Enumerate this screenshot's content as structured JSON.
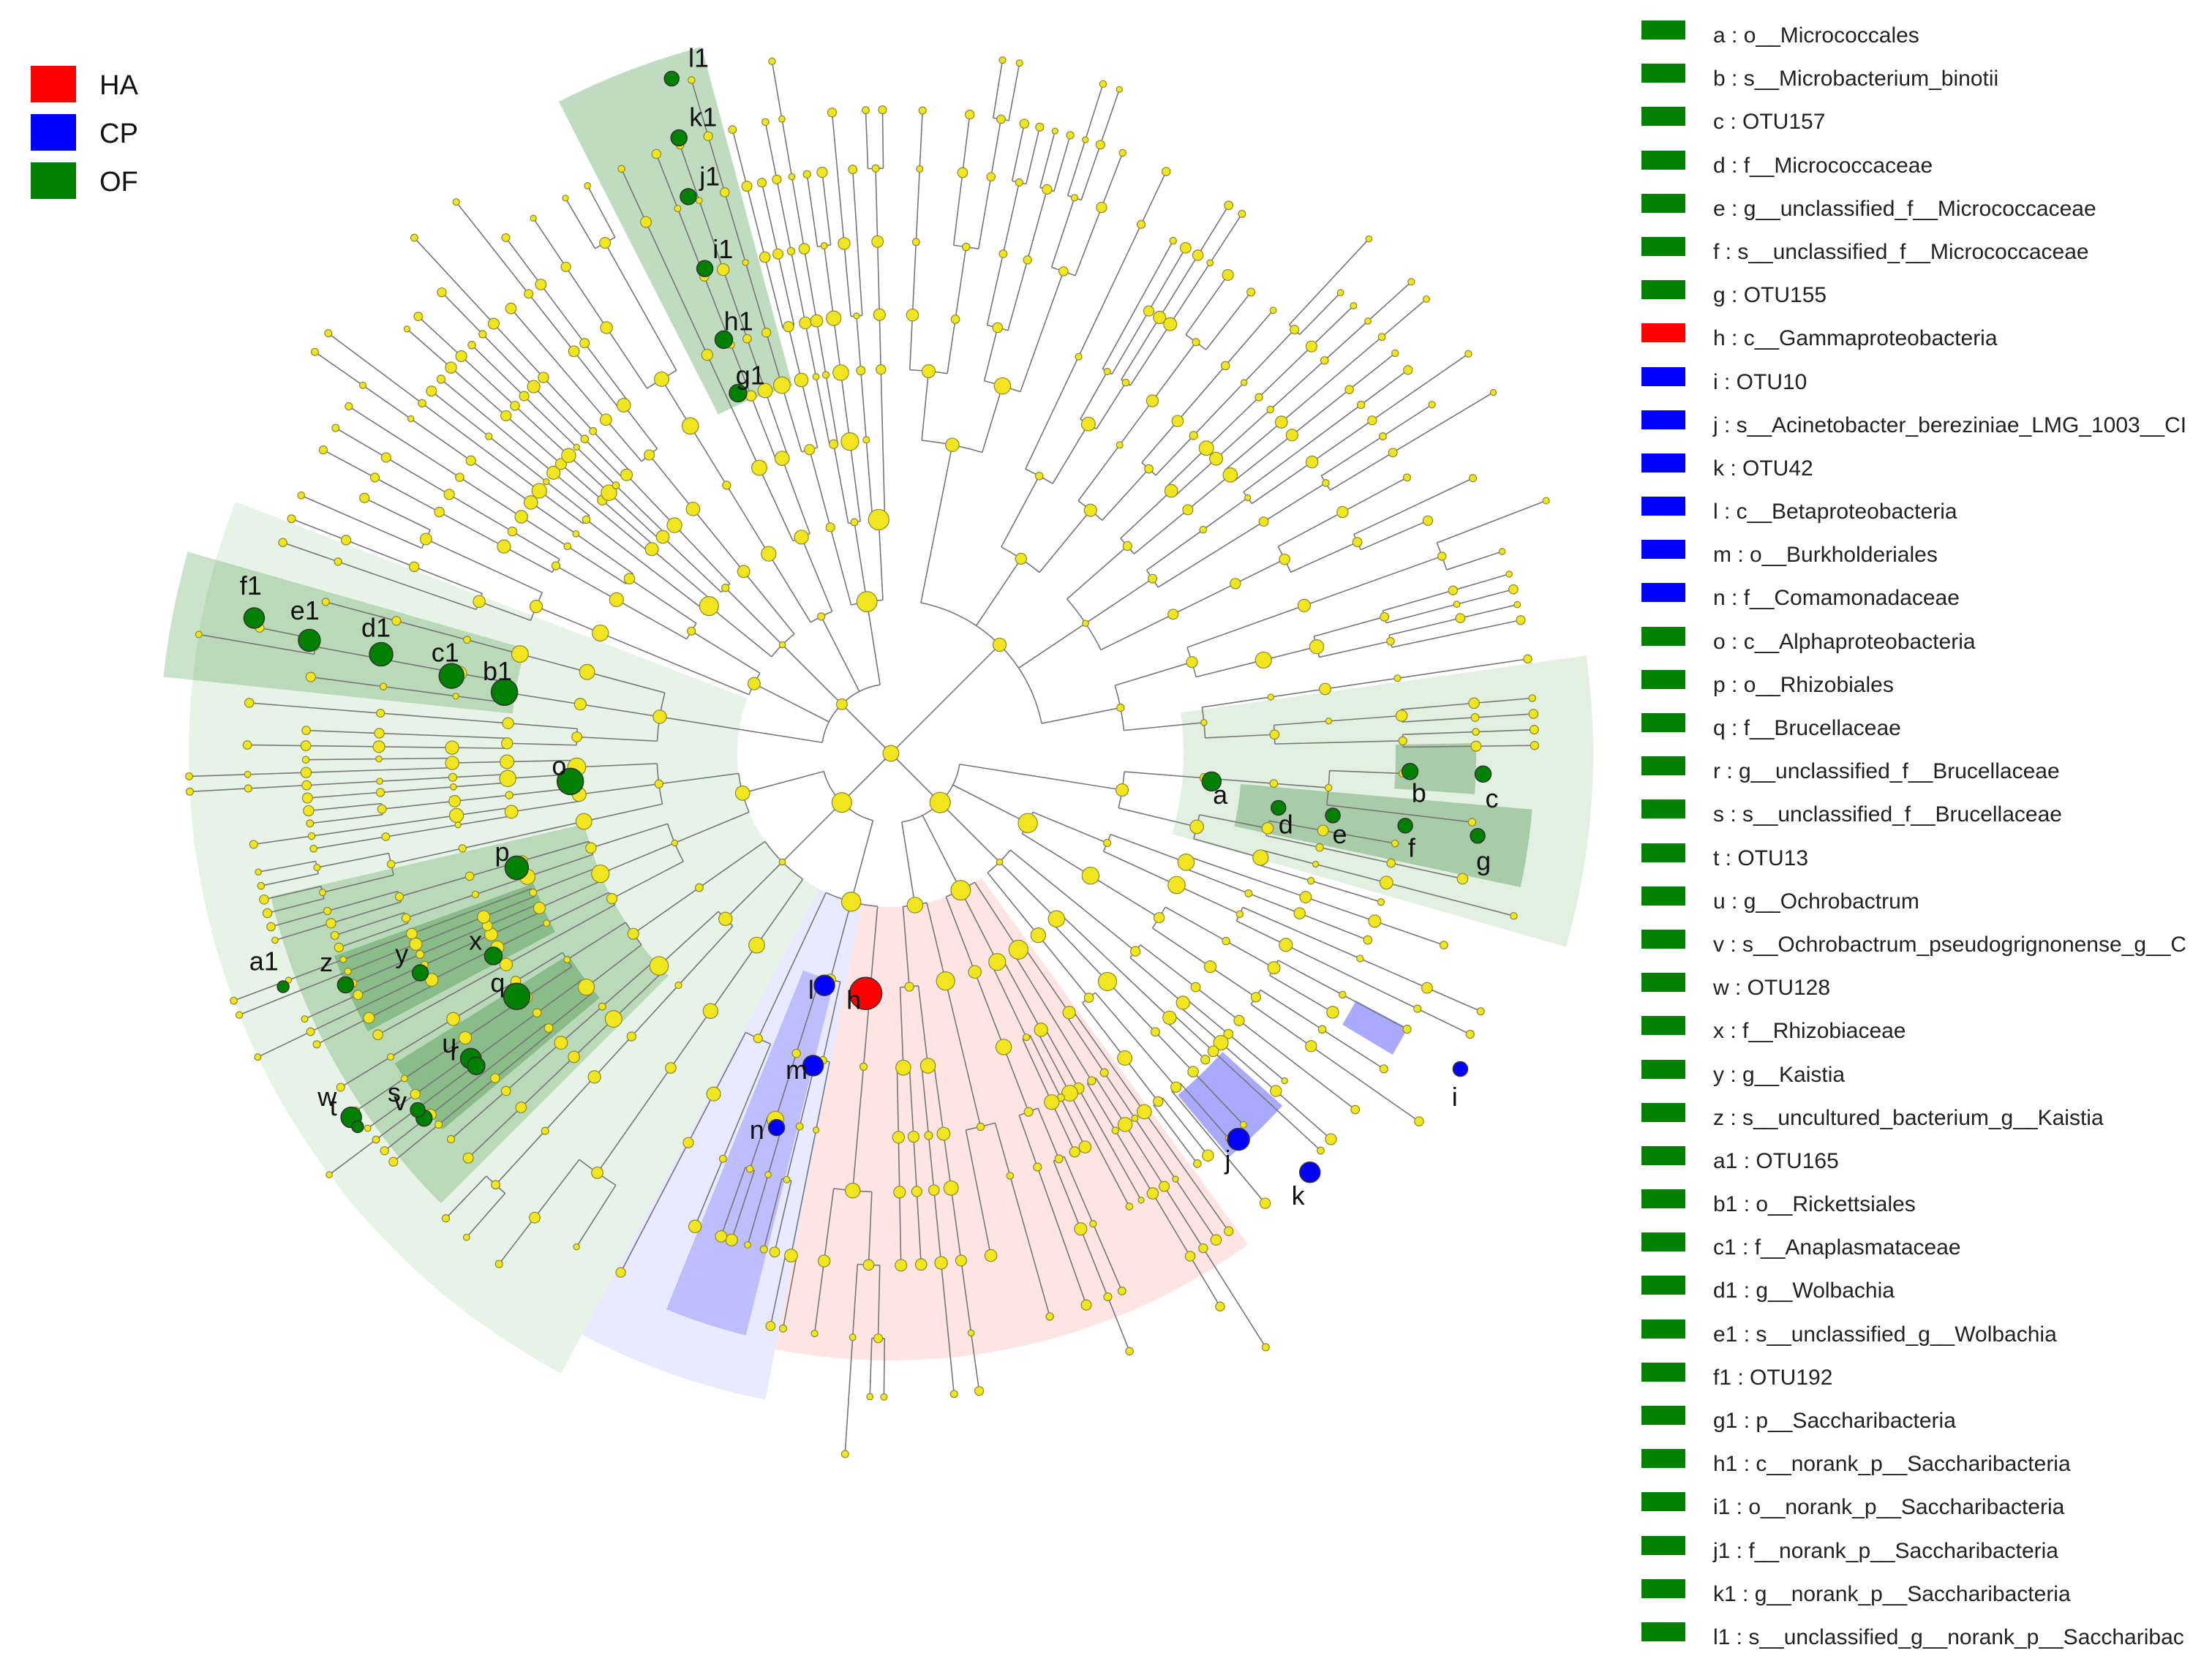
{
  "colors": {
    "HA": "#ff0000",
    "CP": "#0000ff",
    "OF": "#008000",
    "neutral_node": "#f0e51f"
  },
  "groups": [
    {
      "name": "HA",
      "color": "#ff0000"
    },
    {
      "name": "CP",
      "color": "#0000ff"
    },
    {
      "name": "OF",
      "color": "#008000"
    }
  ],
  "taxa": [
    {
      "letter": "a",
      "label": "a : o__Micrococcales",
      "group": "OF"
    },
    {
      "letter": "b",
      "label": "b : s__Microbacterium_binotii",
      "group": "OF"
    },
    {
      "letter": "c",
      "label": "c : OTU157",
      "group": "OF"
    },
    {
      "letter": "d",
      "label": "d : f__Micrococcaceae",
      "group": "OF"
    },
    {
      "letter": "e",
      "label": "e : g__unclassified_f__Micrococcaceae",
      "group": "OF"
    },
    {
      "letter": "f",
      "label": "f : s__unclassified_f__Micrococcaceae",
      "group": "OF"
    },
    {
      "letter": "g",
      "label": "g : OTU155",
      "group": "OF"
    },
    {
      "letter": "h",
      "label": "h : c__Gammaproteobacteria",
      "group": "HA"
    },
    {
      "letter": "i",
      "label": "i : OTU10",
      "group": "CP"
    },
    {
      "letter": "j",
      "label": "j : s__Acinetobacter_bereziniae_LMG_1003__CI",
      "group": "CP"
    },
    {
      "letter": "k",
      "label": "k : OTU42",
      "group": "CP"
    },
    {
      "letter": "l",
      "label": "l : c__Betaproteobacteria",
      "group": "CP"
    },
    {
      "letter": "m",
      "label": "m : o__Burkholderiales",
      "group": "CP"
    },
    {
      "letter": "n",
      "label": "n : f__Comamonadaceae",
      "group": "CP"
    },
    {
      "letter": "o",
      "label": "o : c__Alphaproteobacteria",
      "group": "OF"
    },
    {
      "letter": "p",
      "label": "p : o__Rhizobiales",
      "group": "OF"
    },
    {
      "letter": "q",
      "label": "q : f__Brucellaceae",
      "group": "OF"
    },
    {
      "letter": "r",
      "label": "r : g__unclassified_f__Brucellaceae",
      "group": "OF"
    },
    {
      "letter": "s",
      "label": "s : s__unclassified_f__Brucellaceae",
      "group": "OF"
    },
    {
      "letter": "t",
      "label": "t : OTU13",
      "group": "OF"
    },
    {
      "letter": "u",
      "label": "u : g__Ochrobactrum",
      "group": "OF"
    },
    {
      "letter": "v",
      "label": "v : s__Ochrobactrum_pseudogrignonense_g__C",
      "group": "OF"
    },
    {
      "letter": "w",
      "label": "w : OTU128",
      "group": "OF"
    },
    {
      "letter": "x",
      "label": "x : f__Rhizobiaceae",
      "group": "OF"
    },
    {
      "letter": "y",
      "label": "y : g__Kaistia",
      "group": "OF"
    },
    {
      "letter": "z",
      "label": "z : s__uncultured_bacterium_g__Kaistia",
      "group": "OF"
    },
    {
      "letter": "a1",
      "label": "a1 : OTU165",
      "group": "OF"
    },
    {
      "letter": "b1",
      "label": "b1 : o__Rickettsiales",
      "group": "OF"
    },
    {
      "letter": "c1",
      "label": "c1 : f__Anaplasmataceae",
      "group": "OF"
    },
    {
      "letter": "d1",
      "label": "d1 : g__Wolbachia",
      "group": "OF"
    },
    {
      "letter": "e1",
      "label": "e1 : s__unclassified_g__Wolbachia",
      "group": "OF"
    },
    {
      "letter": "f1",
      "label": "f1 : OTU192",
      "group": "OF"
    },
    {
      "letter": "g1",
      "label": "g1 : p__Saccharibacteria",
      "group": "OF"
    },
    {
      "letter": "h1",
      "label": "h1 : c__norank_p__Saccharibacteria",
      "group": "OF"
    },
    {
      "letter": "i1",
      "label": "i1 : o__norank_p__Saccharibacteria",
      "group": "OF"
    },
    {
      "letter": "j1",
      "label": "j1 : f__norank_p__Saccharibacteria",
      "group": "OF"
    },
    {
      "letter": "k1",
      "label": "k1 : g__norank_p__Saccharibacteria",
      "group": "OF"
    },
    {
      "letter": "l1",
      "label": "l1 : s__unclassified_g__norank_p__Saccharibac",
      "group": "OF"
    }
  ]
}
